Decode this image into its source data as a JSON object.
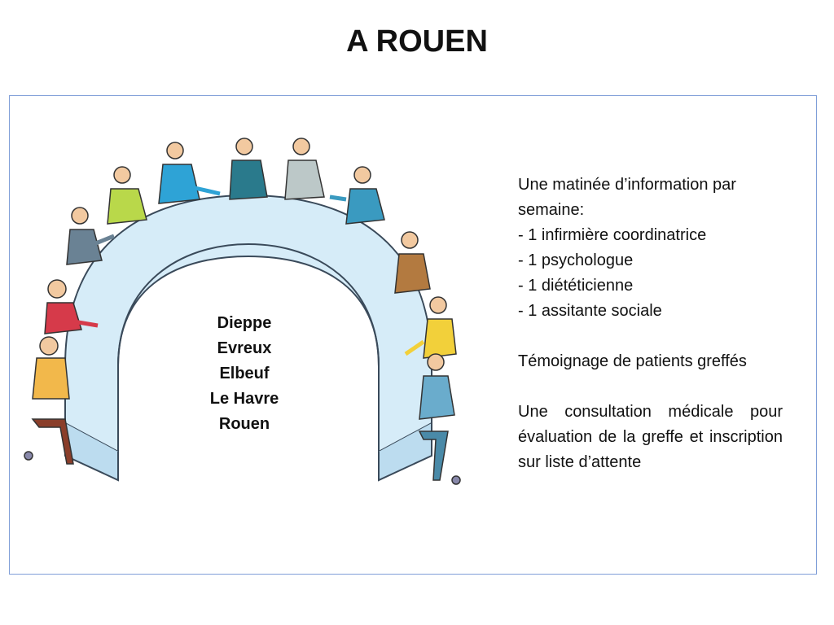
{
  "title": "A ROUEN",
  "cities": [
    "Dieppe",
    "Evreux",
    "Elbeuf",
    "Le Havre",
    "Rouen"
  ],
  "info": {
    "intro_line1": "Une matinée d’information par",
    "intro_line2": "semaine:",
    "items": [
      "- 1 infirmière coordinatrice",
      "- 1 psychologue",
      "- 1 diététicienne",
      "- 1 assitante sociale"
    ],
    "testimony": "Témoignage de patients greffés",
    "consultation": "Une consultation médicale pour évaluation de la greffe et inscription sur liste d’attente"
  },
  "colors": {
    "table": "#d6ecf8",
    "table_edge": "#3a4a5a",
    "border": "#7f9ed8"
  }
}
